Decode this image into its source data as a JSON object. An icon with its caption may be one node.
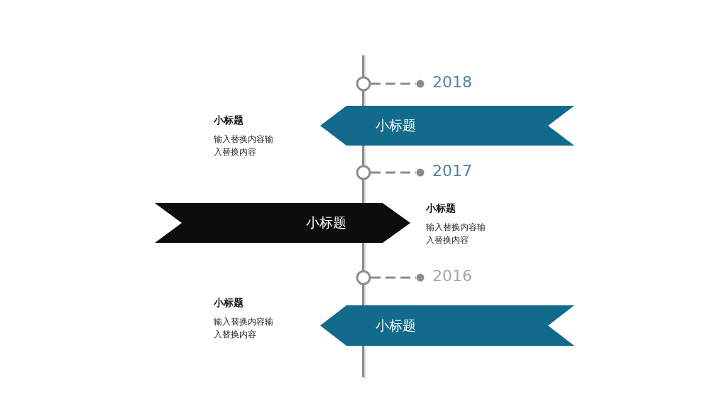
{
  "diagram": {
    "nodes": [
      {
        "text": [
          "小标题"
        ],
        "beside": [
          "小标题",
          "输入替换内容输入替换内容"
        ]
      },
      {
        "text": [
          "小标题"
        ],
        "beside": [
          "小标题",
          "输入替换内容输入替换内容"
        ]
      },
      {
        "text": [
          "小标题"
        ],
        "beside": [
          "小标题",
          "输入替换内容输入替换内容"
        ]
      }
    ],
    "labels": [
      "2018",
      "2017",
      "2016"
    ]
  }
}
